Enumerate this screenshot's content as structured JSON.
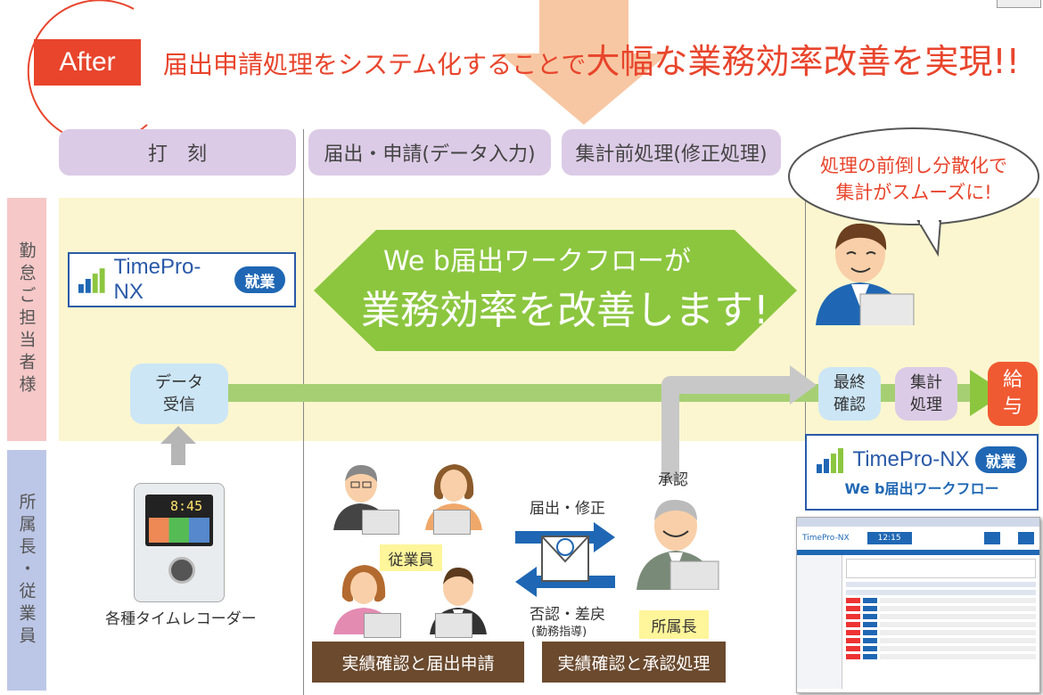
{
  "header": {
    "badge": "After",
    "headline_small": "届出申請処理をシステム化することで",
    "headline_big": "大幅な業務効率改善を実現!!"
  },
  "phases": {
    "p1": "打　刻",
    "p2": "届出・申請(データ入力)",
    "p3": "集計前処理(修正処理)"
  },
  "speech": {
    "line1": "処理の前倒し分散化で",
    "line2": "集計がスムーズに!"
  },
  "lanes": {
    "top": "勤怠ご担当者様",
    "bottom": "所属長・従業員"
  },
  "logo": {
    "brand": "TimePro-NX",
    "badge": "就業",
    "subtitle": "We b届出ワークフロー"
  },
  "banner": {
    "line1": "We b届出ワークフローが",
    "line2": "業務効率を改善します!"
  },
  "flow": {
    "receive": "データ受信",
    "receive_l1": "データ",
    "receive_l2": "受信",
    "final_l1": "最終",
    "final_l2": "確認",
    "agg_l1": "集計",
    "agg_l2": "処理",
    "pay_l1": "給",
    "pay_l2": "与"
  },
  "recorder": {
    "time": "8:45",
    "caption": "各種タイムレコーダー"
  },
  "employees": {
    "label": "従業員",
    "bar": "実績確認と届出申請"
  },
  "exchange": {
    "submit": "届出・修正",
    "reject": "否認・差戻",
    "reject_sub": "(勤務指導)"
  },
  "manager": {
    "approve": "承認",
    "label": "所属長",
    "bar": "実績確認と承認処理"
  },
  "screenshot": {
    "clock": "12:15"
  },
  "colors": {
    "accent_red": "#e8452c",
    "lane_yellow": "#fbf6cf",
    "phase_purple": "#dccbe6",
    "green": "#8cc63f",
    "brand_blue": "#1f67b4",
    "brown": "#6b4a2e"
  }
}
